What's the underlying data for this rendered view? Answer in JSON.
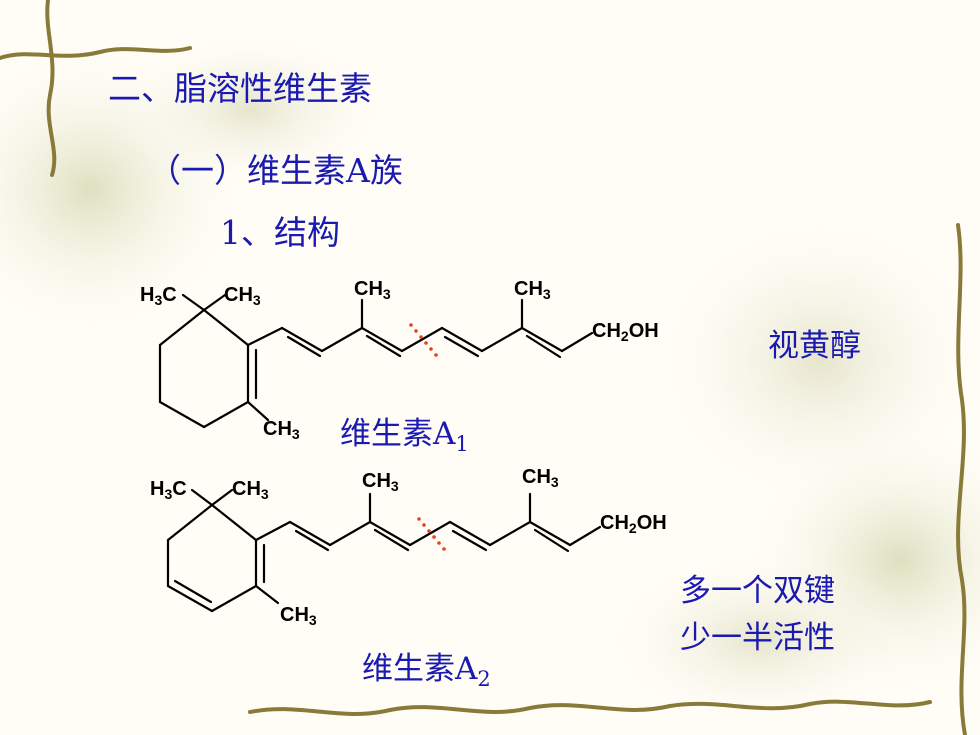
{
  "headings": {
    "section": "二、脂溶性维生素",
    "subsection": "（一）维生素A族",
    "item": "1、结构"
  },
  "molecule_a1": {
    "name": "维生素A",
    "name_sub": "1",
    "alias": "视黄醇",
    "labels": {
      "h3c": "H3C",
      "ch3_gem": "CH3",
      "ch3_ring": "CH3",
      "ch3_chain1": "CH3",
      "ch3_chain2": "CH3",
      "ch2oh": "CH2OH"
    }
  },
  "molecule_a2": {
    "name": "维生素A",
    "name_sub": "2",
    "labels": {
      "h3c": "H3C",
      "ch3_gem": "CH3",
      "ch3_ring": "CH3",
      "ch3_chain1": "CH3",
      "ch3_chain2": "CH3",
      "ch2oh": "CH2OH"
    }
  },
  "notes": {
    "line1": "多一个双键",
    "line2": "少一半活性"
  },
  "colors": {
    "text": "#1a1ab0",
    "bond": "#000000",
    "cleave_mark": "#e8401c",
    "background": "#fffdf6",
    "vine": "#8a7a3a"
  }
}
